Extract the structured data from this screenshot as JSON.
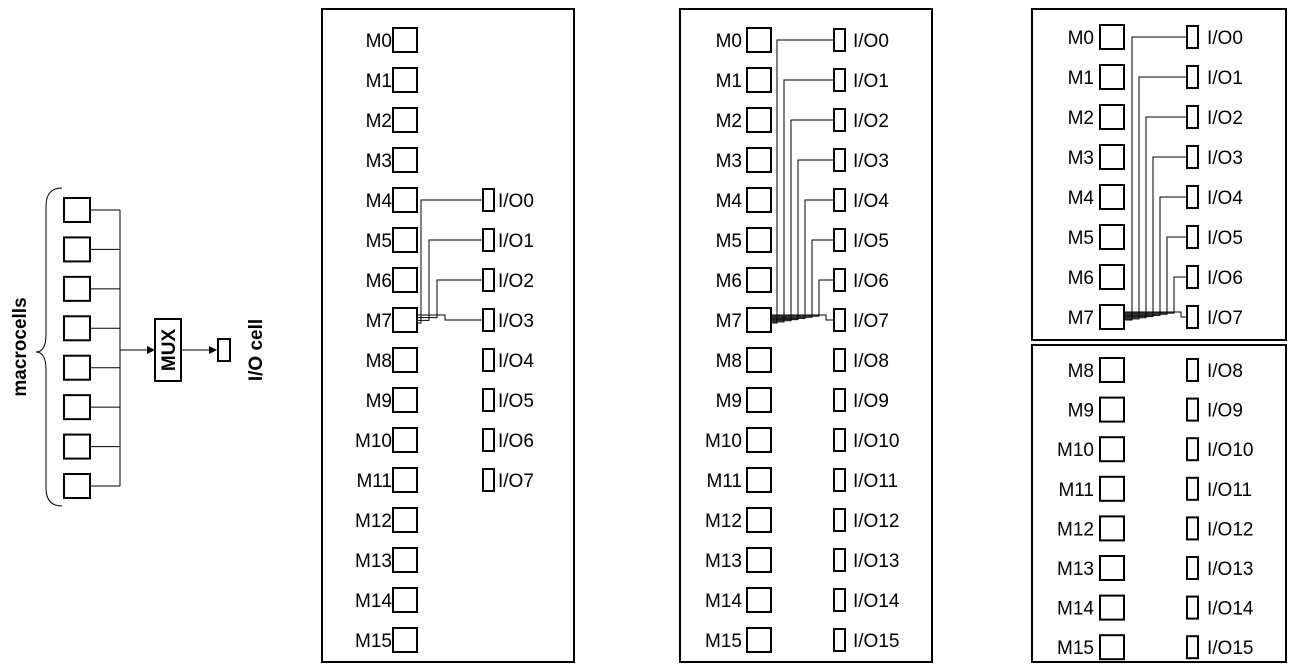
{
  "left_diagram": {
    "brace_label": "macrocells",
    "mux_label": "MUX",
    "io_cell_label": "I/O cell",
    "macrocell_count": 8
  },
  "panels": [
    {
      "id": "panel-1",
      "macrocells": [
        "M0",
        "M1",
        "M2",
        "M3",
        "M4",
        "M5",
        "M6",
        "M7",
        "M8",
        "M9",
        "M10",
        "M11",
        "M12",
        "M13",
        "M14",
        "M15"
      ],
      "io_cells": [
        {
          "label": "I/O0",
          "row": 4
        },
        {
          "label": "I/O1",
          "row": 5
        },
        {
          "label": "I/O2",
          "row": 6
        },
        {
          "label": "I/O3",
          "row": 7
        },
        {
          "label": "I/O4",
          "row": 8
        },
        {
          "label": "I/O5",
          "row": 9
        },
        {
          "label": "I/O6",
          "row": 10
        },
        {
          "label": "I/O7",
          "row": 11
        }
      ],
      "connections": {
        "source": "M7",
        "targets": [
          "I/O0",
          "I/O1",
          "I/O2",
          "I/O3"
        ]
      }
    },
    {
      "id": "panel-2",
      "macrocells": [
        "M0",
        "M1",
        "M2",
        "M3",
        "M4",
        "M5",
        "M6",
        "M7",
        "M8",
        "M9",
        "M10",
        "M11",
        "M12",
        "M13",
        "M14",
        "M15"
      ],
      "io_cells": [
        {
          "label": "I/O0",
          "row": 0
        },
        {
          "label": "I/O1",
          "row": 1
        },
        {
          "label": "I/O2",
          "row": 2
        },
        {
          "label": "I/O3",
          "row": 3
        },
        {
          "label": "I/O4",
          "row": 4
        },
        {
          "label": "I/O5",
          "row": 5
        },
        {
          "label": "I/O6",
          "row": 6
        },
        {
          "label": "I/O7",
          "row": 7
        },
        {
          "label": "I/O8",
          "row": 8
        },
        {
          "label": "I/O9",
          "row": 9
        },
        {
          "label": "I/O10",
          "row": 10
        },
        {
          "label": "I/O11",
          "row": 11
        },
        {
          "label": "I/O12",
          "row": 12
        },
        {
          "label": "I/O13",
          "row": 13
        },
        {
          "label": "I/O14",
          "row": 14
        },
        {
          "label": "I/O15",
          "row": 15
        }
      ],
      "connections": {
        "source": "M7",
        "targets": [
          "I/O0",
          "I/O1",
          "I/O2",
          "I/O3",
          "I/O4",
          "I/O5",
          "I/O6",
          "I/O7"
        ]
      }
    },
    {
      "id": "panel-3",
      "split_after_row": 7,
      "macrocells": [
        "M0",
        "M1",
        "M2",
        "M3",
        "M4",
        "M5",
        "M6",
        "M7",
        "M8",
        "M9",
        "M10",
        "M11",
        "M12",
        "M13",
        "M14",
        "M15"
      ],
      "io_cells": [
        {
          "label": "I/O0",
          "row": 0
        },
        {
          "label": "I/O1",
          "row": 1
        },
        {
          "label": "I/O2",
          "row": 2
        },
        {
          "label": "I/O3",
          "row": 3
        },
        {
          "label": "I/O4",
          "row": 4
        },
        {
          "label": "I/O5",
          "row": 5
        },
        {
          "label": "I/O6",
          "row": 6
        },
        {
          "label": "I/O7",
          "row": 7
        },
        {
          "label": "I/O8",
          "row": 8
        },
        {
          "label": "I/O9",
          "row": 9
        },
        {
          "label": "I/O10",
          "row": 10
        },
        {
          "label": "I/O11",
          "row": 11
        },
        {
          "label": "I/O12",
          "row": 12
        },
        {
          "label": "I/O13",
          "row": 13
        },
        {
          "label": "I/O14",
          "row": 14
        },
        {
          "label": "I/O15",
          "row": 15
        }
      ],
      "connections": {
        "source": "M7",
        "targets": [
          "I/O0",
          "I/O1",
          "I/O2",
          "I/O3",
          "I/O4",
          "I/O5",
          "I/O6",
          "I/O7"
        ]
      }
    }
  ]
}
